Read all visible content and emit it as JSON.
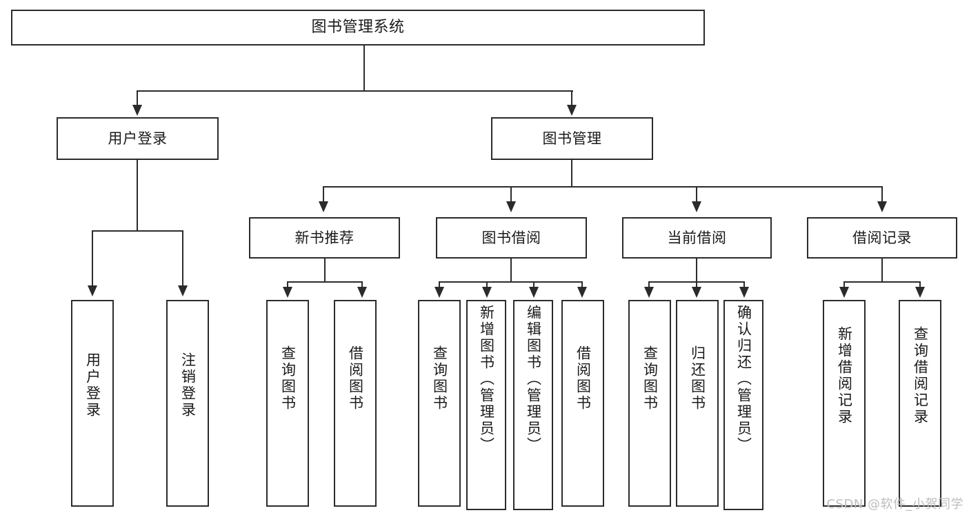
{
  "diagram": {
    "title": "图书管理系统",
    "watermark": "CSDN @软件_小贺同学",
    "nodes": {
      "root": "图书管理系统",
      "user_login": "用户登录",
      "book_manage": "图书管理",
      "new_book_rec": "新书推荐",
      "book_borrow": "图书借阅",
      "current_borrow": "当前借阅",
      "borrow_record": "借阅记录",
      "login_user_login": "用户登录",
      "login_logout": "注销登录",
      "rec_query_book": "查询图书",
      "rec_borrow_book": "借阅图书",
      "borrow_query_book": "查询图书",
      "borrow_add_book": "新增图书（管理员）",
      "borrow_edit_book": "编辑图书（管理员）",
      "borrow_borrow_book": "借阅图书",
      "cur_query_book": "查询图书",
      "cur_return_book": "归还图书",
      "cur_confirm_return": "确认归还（管理员）",
      "rec_add_record": "新增借阅记录",
      "rec_query_record": "查询借阅记录"
    }
  },
  "chart_data": {
    "type": "diagram",
    "subtype": "tree-hierarchy",
    "title": "图书管理系统",
    "orientation": "top-down",
    "levels": 4,
    "node_count": 21,
    "edge_style": "orthogonal-with-arrowheads",
    "tree": {
      "label": "图书管理系统",
      "children": [
        {
          "label": "用户登录",
          "children": [
            {
              "label": "用户登录",
              "children": []
            },
            {
              "label": "注销登录",
              "children": []
            }
          ]
        },
        {
          "label": "图书管理",
          "children": [
            {
              "label": "新书推荐",
              "children": [
                {
                  "label": "查询图书",
                  "children": []
                },
                {
                  "label": "借阅图书",
                  "children": []
                }
              ]
            },
            {
              "label": "图书借阅",
              "children": [
                {
                  "label": "查询图书",
                  "children": []
                },
                {
                  "label": "新增图书（管理员）",
                  "children": []
                },
                {
                  "label": "编辑图书（管理员）",
                  "children": []
                },
                {
                  "label": "借阅图书",
                  "children": []
                }
              ]
            },
            {
              "label": "当前借阅",
              "children": [
                {
                  "label": "查询图书",
                  "children": []
                },
                {
                  "label": "归还图书",
                  "children": []
                },
                {
                  "label": "确认归还（管理员）",
                  "children": []
                }
              ]
            },
            {
              "label": "借阅记录",
              "children": [
                {
                  "label": "新增借阅记录",
                  "children": []
                },
                {
                  "label": "查询借阅记录",
                  "children": []
                }
              ]
            }
          ]
        }
      ]
    },
    "colors": {
      "box_border": "#2b2b2b",
      "box_fill": "#ffffff",
      "text": "#1a1a1a",
      "connector": "#2b2b2b",
      "background": "#ffffff",
      "watermark": "#bdbdbd"
    }
  }
}
